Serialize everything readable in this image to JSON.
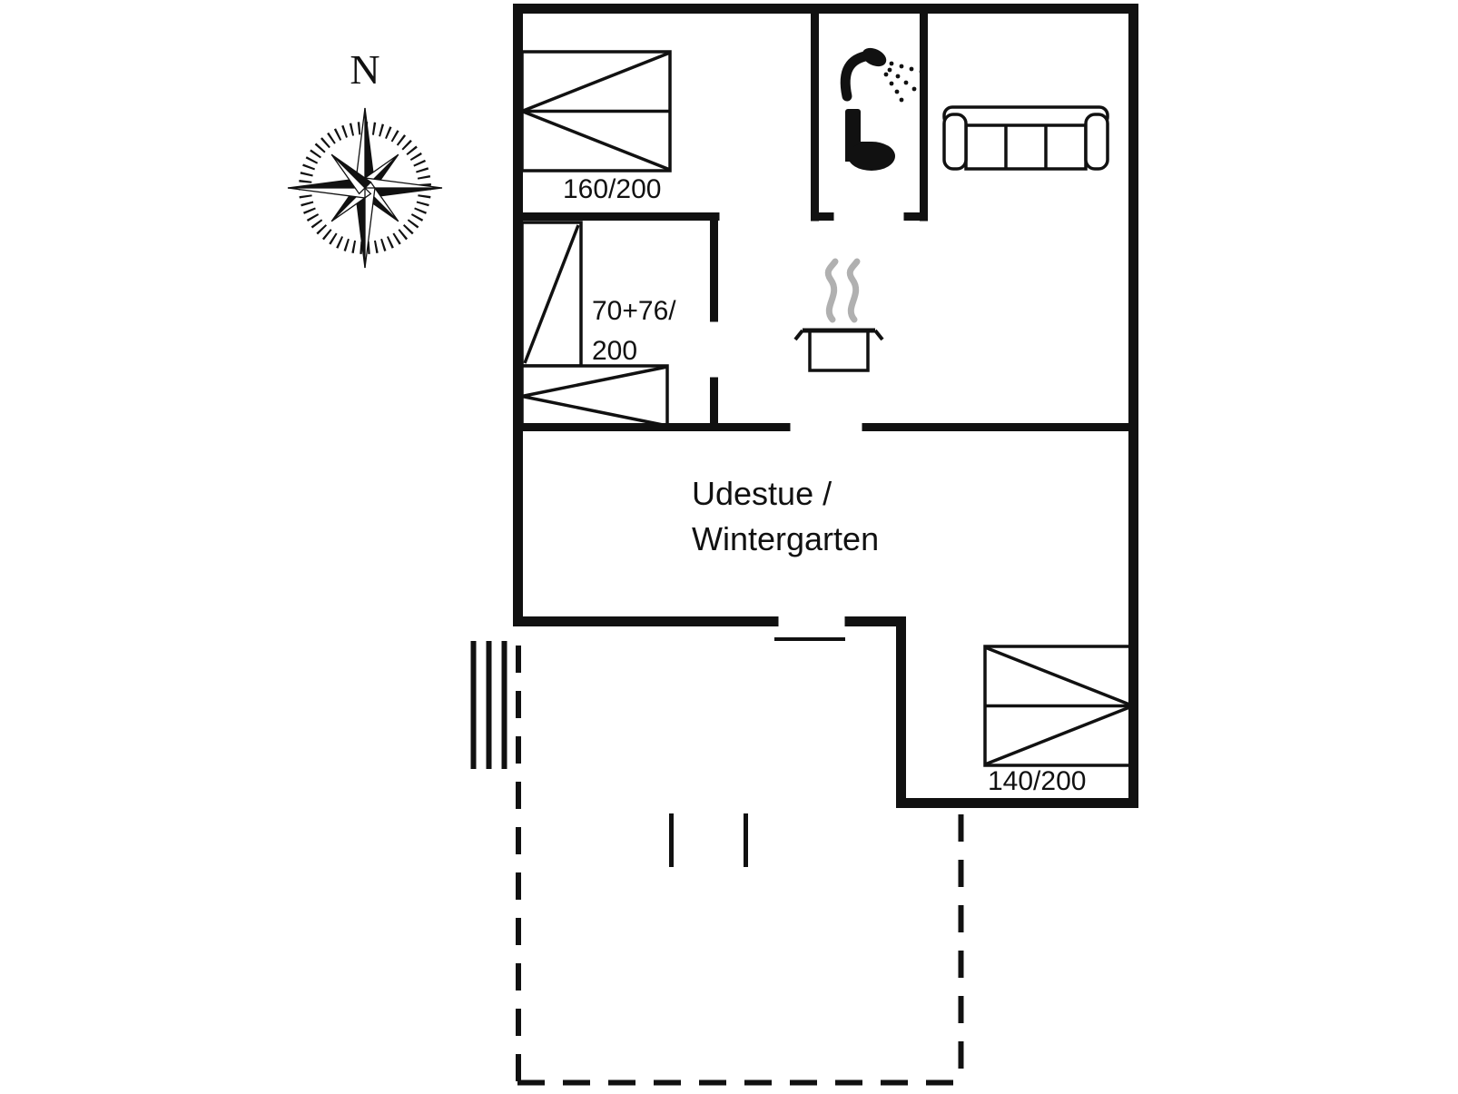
{
  "floorplan": {
    "compass": {
      "label": "N"
    },
    "beds": {
      "top_left_label": "160/200",
      "middle_left_label_line1": "70+76/",
      "middle_left_label_line2": "200",
      "right_label": "140/200"
    },
    "rooms": {
      "udestue_line1": "Udestue /",
      "udestue_line2": "Wintergarten"
    },
    "colors": {
      "wall": "#111111",
      "steam": "#b0b0b0",
      "text": "#111111",
      "background": "#ffffff"
    }
  }
}
